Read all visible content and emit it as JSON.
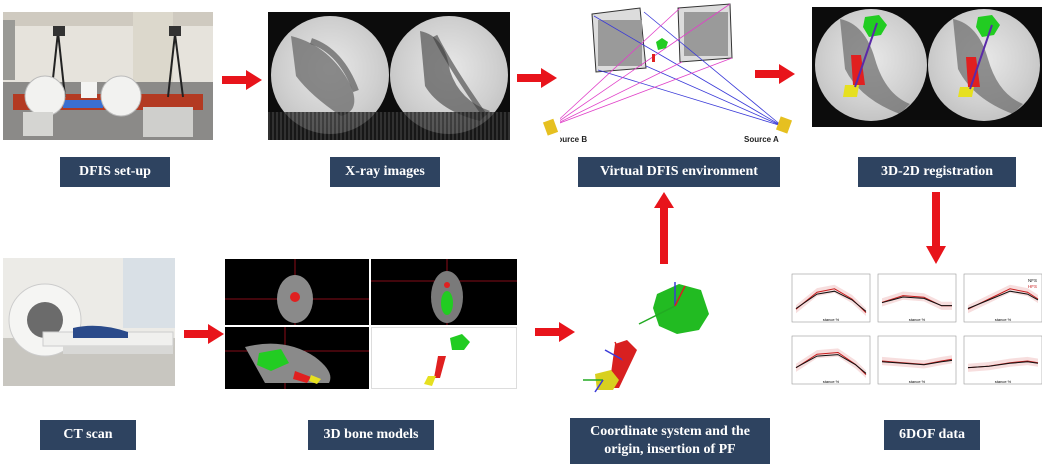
{
  "labels": {
    "dfis_setup": "DFIS set-up",
    "xray_images": "X-ray images",
    "virtual_env": "Virtual DFIS environment",
    "registration": "3D-2D registration",
    "ct_scan": "CT scan",
    "bone_models": "3D bone models",
    "coord_line1": "Coordinate system and the",
    "coord_line2": "origin, insertion of PF",
    "dof_data": "6DOF data"
  },
  "virtual_env": {
    "source_b": "Source B",
    "source_a": "Source A"
  },
  "dof_plots": {
    "legend": [
      "NFS",
      "HFS"
    ],
    "xlabel": "stance %"
  },
  "colors": {
    "label_bg": "#2e4360",
    "arrow": "#e8141b",
    "bone_green": "#22cc22",
    "bone_red": "#e02020",
    "bone_yellow": "#e6e020",
    "ray_blue": "#3a3ad8",
    "ray_magenta": "#e040c8"
  }
}
